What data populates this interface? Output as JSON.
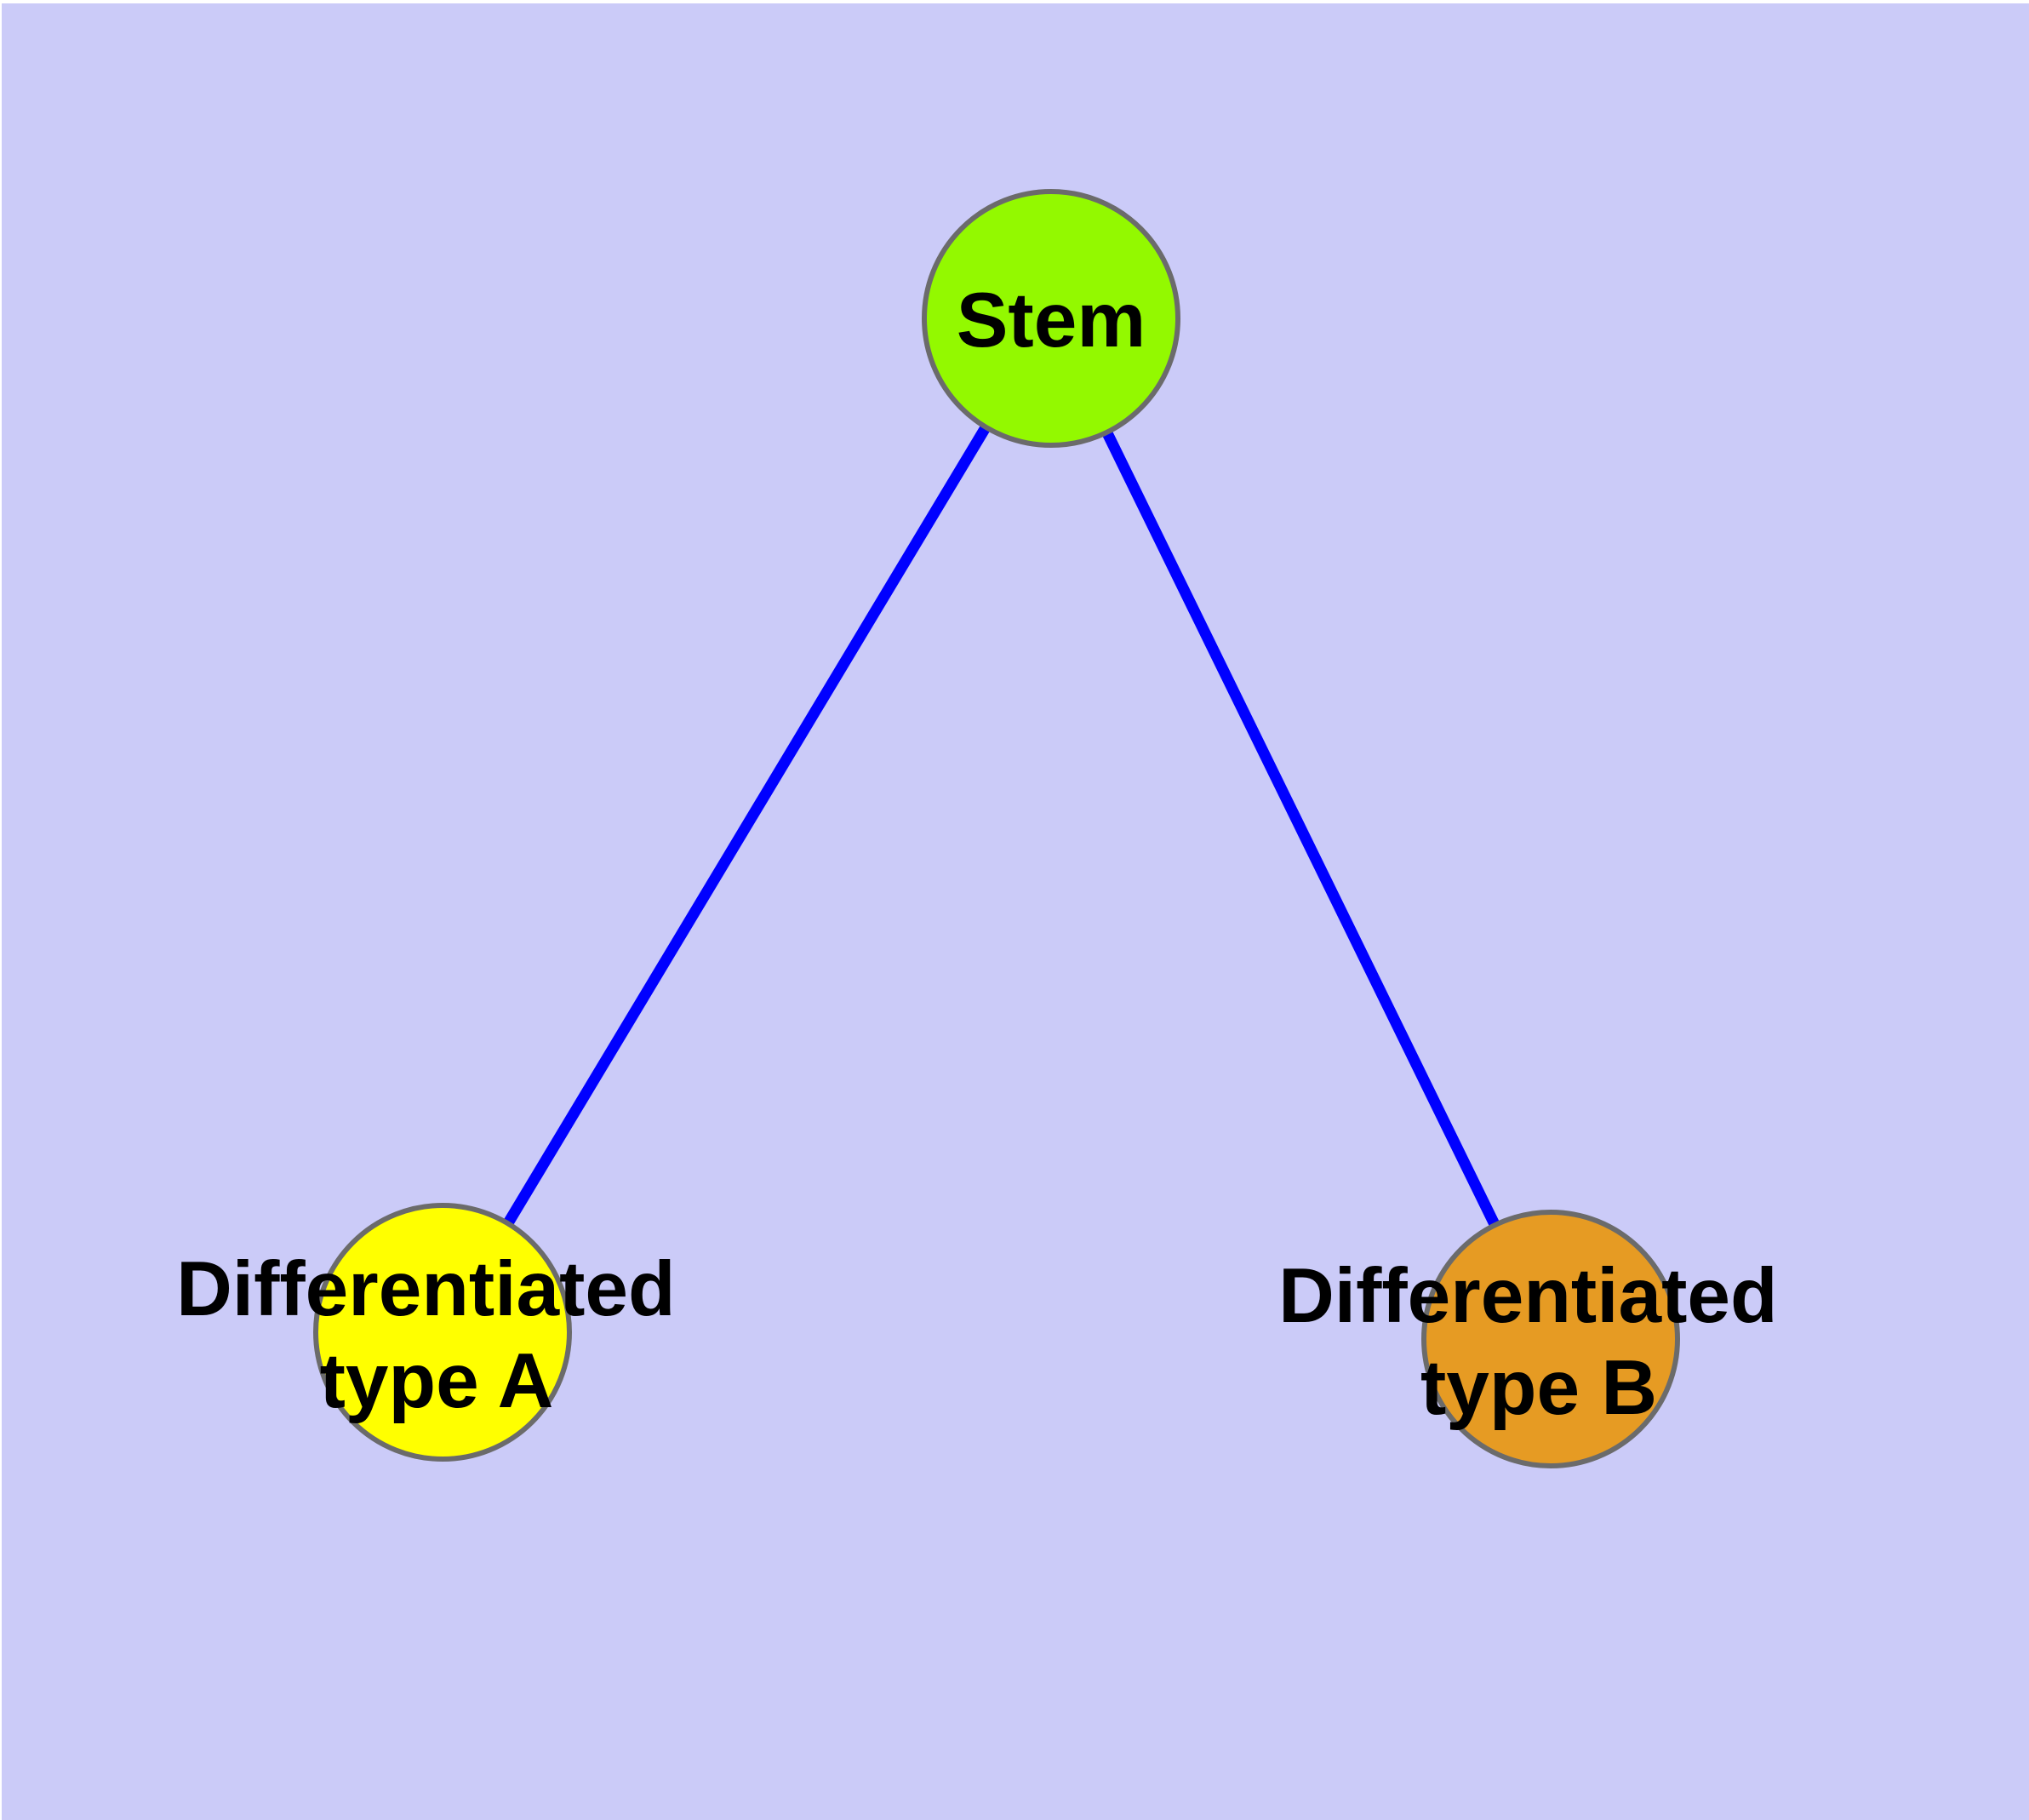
{
  "canvas": {
    "background_color": "#CBCBF8",
    "frame_color": "#FFFFFF"
  },
  "diagram": {
    "type": "graph",
    "description": "Tree graph with one root stem-cell node connected to two differentiated cell-type nodes",
    "node_border_color": "#6B6B6B",
    "label_color": "#000000",
    "nodes": [
      {
        "id": "stem",
        "label": "Stem",
        "fill": "#93F900"
      },
      {
        "id": "type-a",
        "label": "Differentiated type A",
        "line1": "Differentiated",
        "line2": "type A",
        "fill": "#FFFF00"
      },
      {
        "id": "type-b",
        "label": "Differentiated type B",
        "line1": "Differentiated",
        "line2": "type B",
        "fill": "#E69B23"
      }
    ],
    "edges": [
      {
        "from": "stem",
        "to": "type-a",
        "color": "#0000FF"
      },
      {
        "from": "stem",
        "to": "type-b",
        "color": "#0000FF"
      }
    ]
  }
}
